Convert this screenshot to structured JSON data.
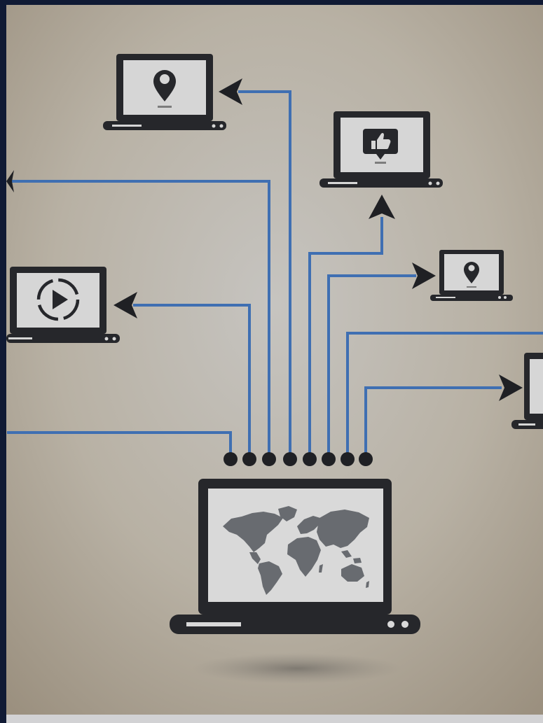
{
  "scene": {
    "alt": "",
    "colors": {
      "frame": "#101a34",
      "background_light": "#c4c1bb",
      "background_mid": "#b3ab9c",
      "background_dark": "#9c9181",
      "device": "#26272b",
      "screen": "#d9d9d9",
      "line": "#3f6fb2",
      "dot": "#1f2024",
      "map": "#686b70"
    },
    "devices": [
      {
        "name": "laptop-map-pin-top",
        "icon": "map-pin-icon"
      },
      {
        "name": "laptop-thumbs-up",
        "icon": "thumbs-up-icon"
      },
      {
        "name": "laptop-map-pin-small",
        "icon": "map-pin-icon"
      },
      {
        "name": "laptop-video-play",
        "icon": "play-icon"
      },
      {
        "name": "laptop-cropped-right",
        "icon": ""
      },
      {
        "name": "laptop-world-map-hub",
        "icon": "world-map-icon"
      }
    ],
    "connections": 8
  }
}
